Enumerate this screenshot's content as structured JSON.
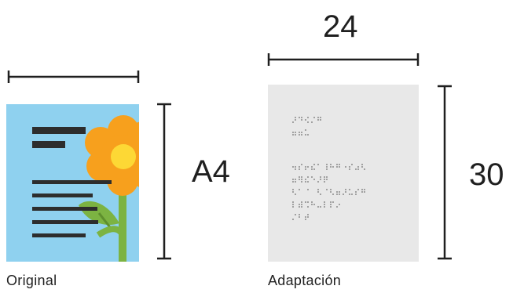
{
  "diagram": {
    "original": {
      "caption": "Original",
      "size_label": "A4",
      "colors": {
        "background": "#8fd1ef",
        "text_lines": "#2d2d2d",
        "petals": "#f7a01d",
        "center": "#fdd835",
        "stem": "#7cb342",
        "leaf": "#7cb342"
      }
    },
    "adaptation": {
      "caption": "Adaptación",
      "width_label": "24",
      "height_label": "30",
      "colors": {
        "background": "#e8e8e8",
        "braille_dots": "#6f6f6f"
      }
    },
    "dimension_line_color": "#1f1f1f"
  }
}
